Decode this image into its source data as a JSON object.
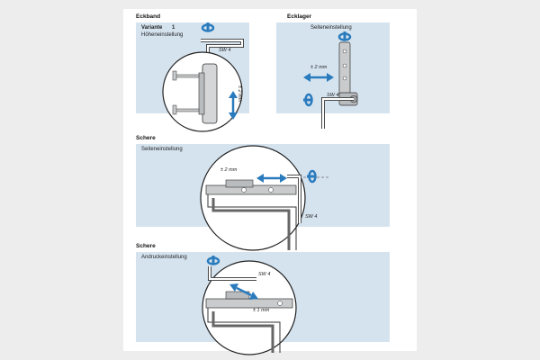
{
  "sections": {
    "eckband": {
      "title": "Eckband",
      "variant_label": "Variante",
      "variant_number": "1",
      "caption": "Höheneinstellung",
      "wrench_label": "SW 4",
      "range_label": "± 2 mm"
    },
    "ecklager": {
      "title": "Ecklager",
      "caption": "Seiteneinstellung",
      "range_label": "± 2 mm",
      "wrench_label": "SW 4"
    },
    "schere_side": {
      "title": "Schere",
      "caption": "Seiteneinstellung",
      "range_label": "± 2 mm",
      "wrench_label": "SW 4"
    },
    "schere_press": {
      "title": "Schere",
      "caption": "Andruckeinstellung",
      "wrench_label": "SW 4",
      "range_label": "± 1 mm"
    }
  },
  "colors": {
    "page_bg": "#ededed",
    "panel_fill": "#d5e3ef",
    "arrow_blue": "#2a7bbd",
    "line": "#333333",
    "hardware_grey": "#b9bcbf"
  },
  "icons": [
    "rotation-arrow-icon",
    "double-arrow-icon",
    "allen-wrench-icon"
  ]
}
